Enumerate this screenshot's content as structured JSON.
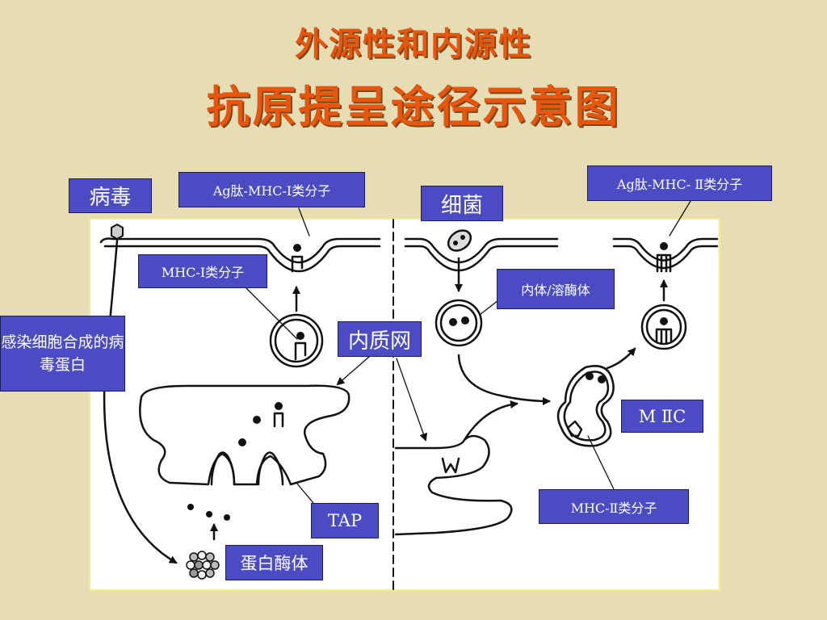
{
  "title": {
    "line1": "外源性和内源性",
    "line2": "抗原提呈途径示意图"
  },
  "labels": {
    "virus": "病毒",
    "mhc1_peptide": "Ag肽-MHC-Ⅰ类分子",
    "mhc1": "MHC-Ⅰ类分子",
    "infected_cell": "感染细胞合成的病毒蛋白",
    "er": "内质网",
    "bacteria": "细菌",
    "mhc2_peptide": "Ag肽-MHC- Ⅱ类分子",
    "endosome": "内体/溶酶体",
    "miic": "M ⅡC",
    "mhc2": "MHC-Ⅱ类分子",
    "tap": "TAP",
    "proteasome": "蛋白酶体"
  },
  "colors": {
    "background": "#e6ddb5",
    "title": "#e8560d",
    "label_bg": "#4b4cc4",
    "label_text": "#ffffff",
    "panel_bg": "#ffffff",
    "panel_border": "#f2ee8a"
  }
}
